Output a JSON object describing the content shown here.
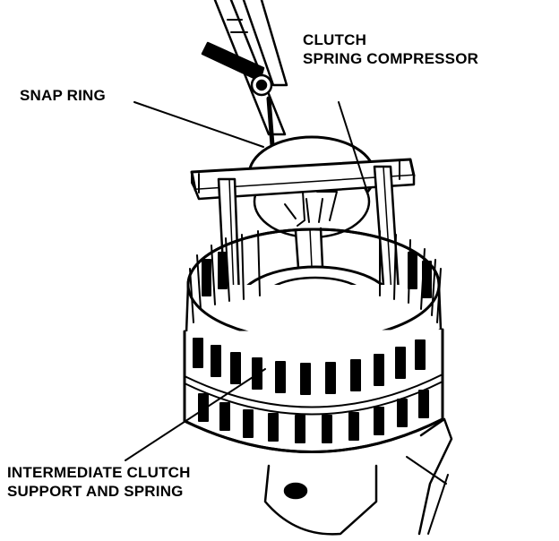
{
  "labels": {
    "clutch_spring_compressor": [
      "CLUTCH",
      "SPRING COMPRESSOR"
    ],
    "snap_ring": "SNAP RING",
    "intermediate_clutch_support": [
      "INTERMEDIATE CLUTCH",
      "SUPPORT AND SPRING"
    ]
  },
  "colors": {
    "ink": "#000000",
    "paper": "#ffffff"
  }
}
